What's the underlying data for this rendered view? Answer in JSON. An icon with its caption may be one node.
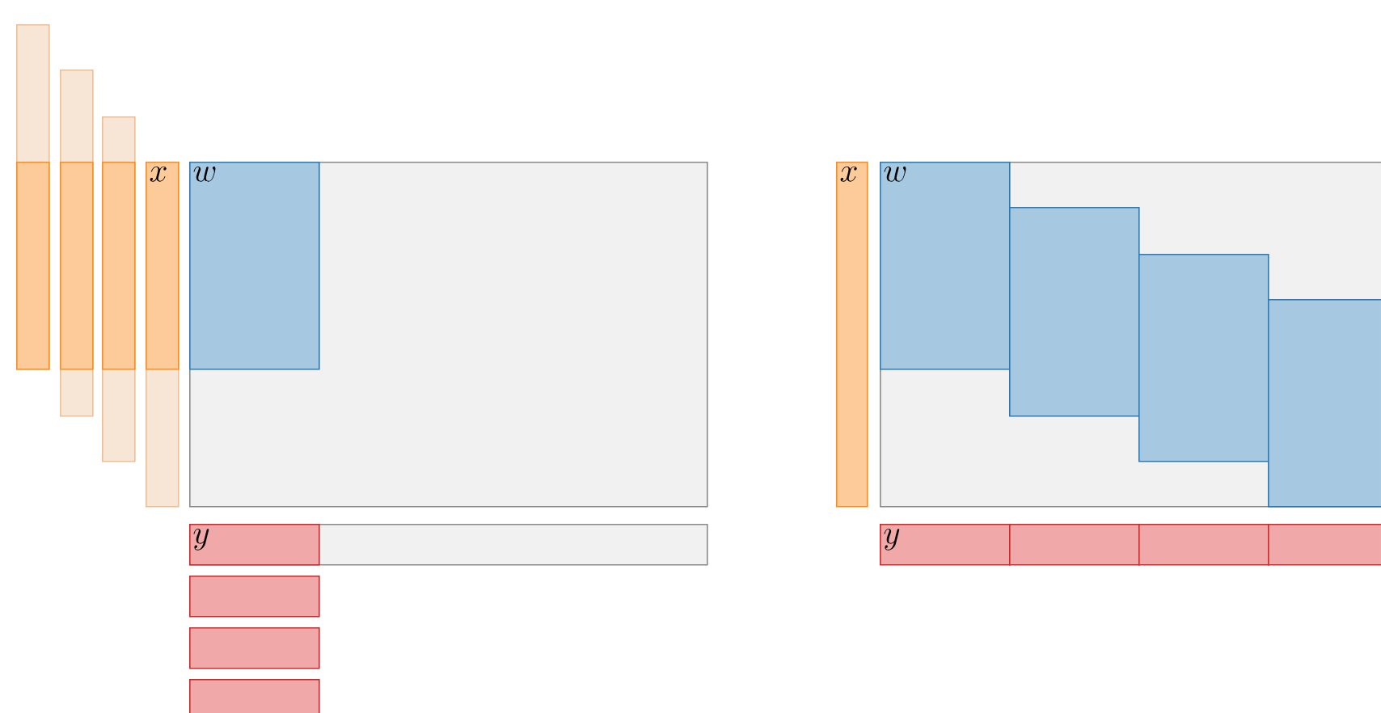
{
  "diagram": {
    "nodes": [
      {
        "text": [],
        "shape": "box"
      },
      {
        "text": [],
        "shape": "box",
        "in": 0
      },
      {
        "text": [],
        "shape": "box"
      },
      {
        "text": [],
        "shape": "box",
        "in": 2
      },
      {
        "text": [],
        "shape": "box"
      },
      {
        "text": [],
        "shape": "box",
        "in": 4
      },
      {
        "text": [],
        "shape": "box"
      },
      {
        "text": [
          "x"
        ],
        "in": 6
      },
      {
        "text": [],
        "shape": "box"
      },
      {
        "text": [
          "w"
        ],
        "in": 8
      },
      {
        "text": [],
        "shape": "box"
      },
      {
        "text": [
          "y"
        ],
        "in": 10
      },
      {
        "text": [],
        "shape": "box"
      },
      {
        "text": [],
        "shape": "box"
      },
      {
        "text": [],
        "shape": "box"
      },
      {
        "text": [
          "x"
        ]
      },
      {
        "text": [],
        "shape": "box"
      },
      {
        "text": [
          "w"
        ],
        "in": 16
      },
      {
        "text": [],
        "shape": "box",
        "in": 16
      },
      {
        "text": [],
        "shape": "box",
        "in": 16
      },
      {
        "text": [],
        "shape": "box",
        "in": 16
      },
      {
        "text": [
          "y"
        ]
      },
      {
        "text": [],
        "shape": "box"
      },
      {
        "text": [],
        "shape": "box"
      },
      {
        "text": [],
        "shape": "box"
      }
    ]
  }
}
